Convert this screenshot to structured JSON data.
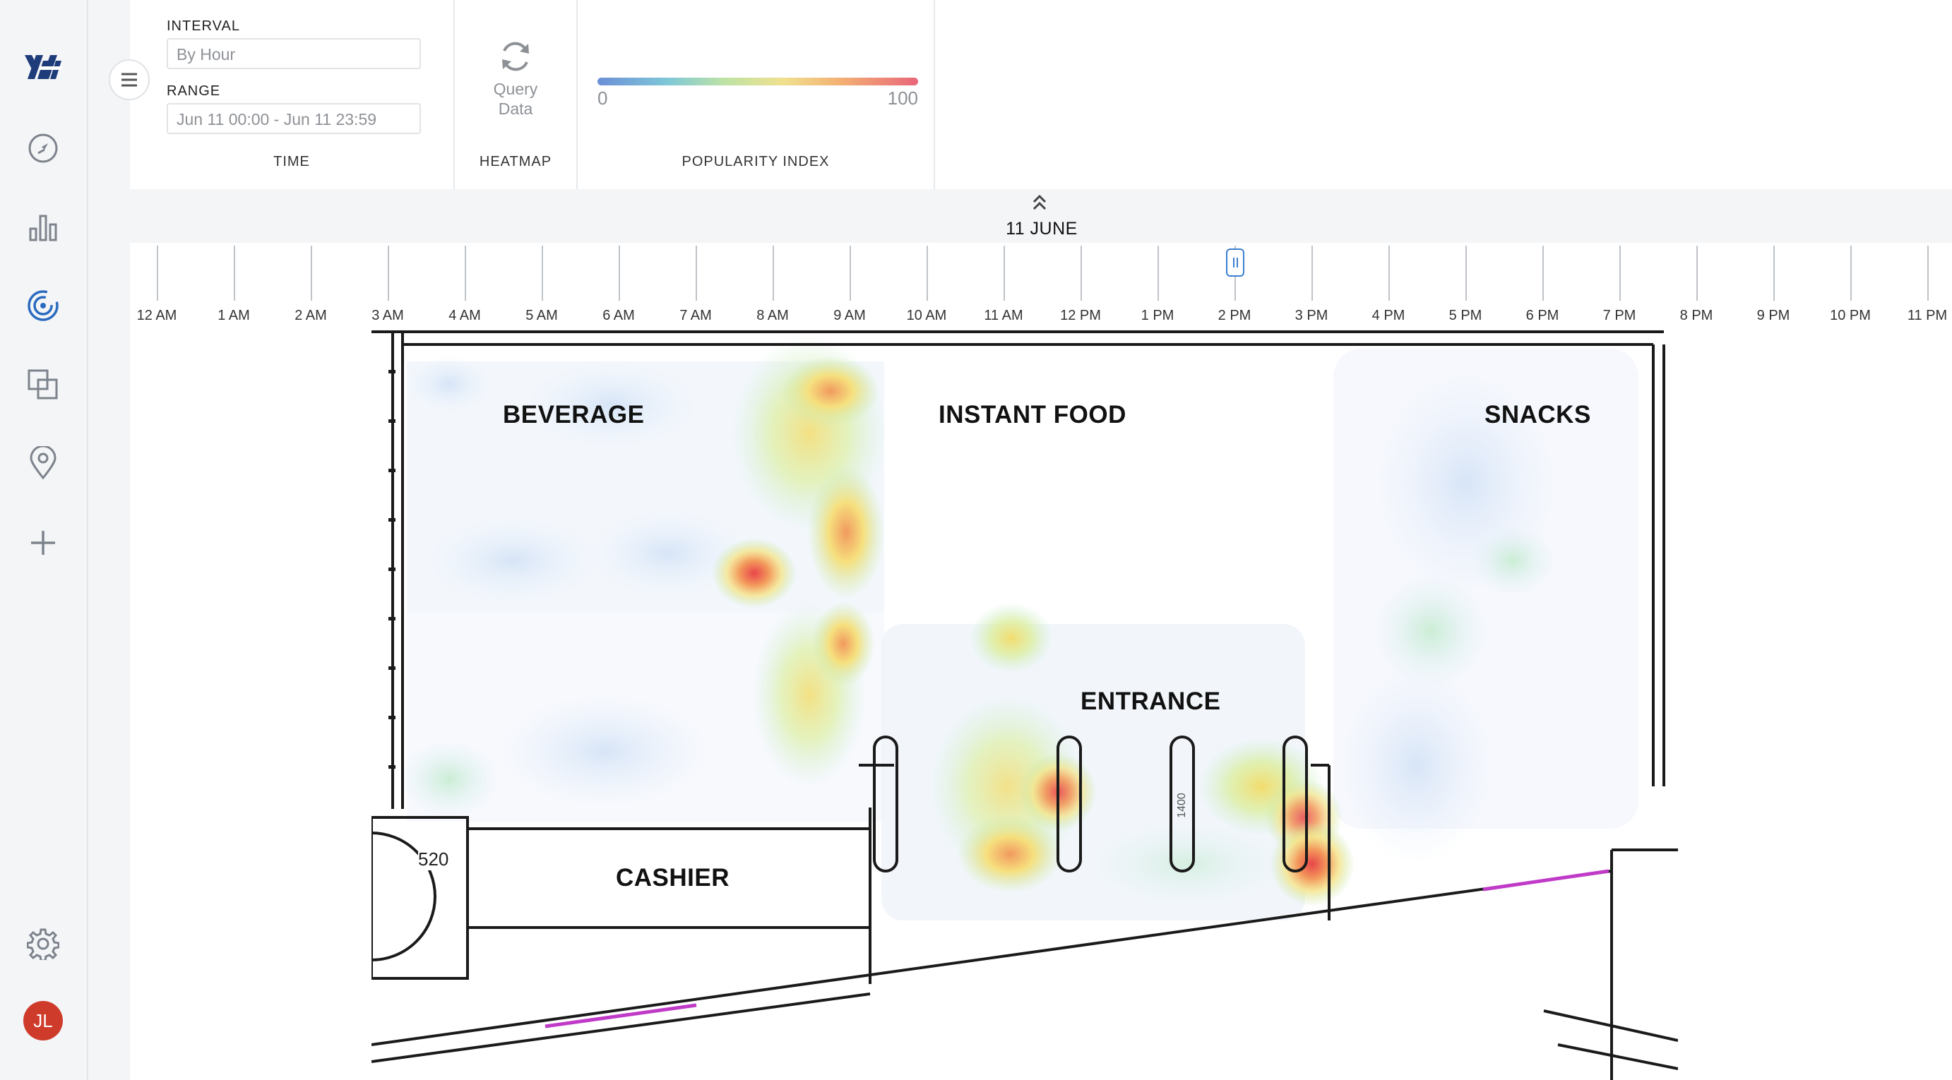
{
  "nav": {
    "logo": "brand-logo",
    "items": [
      {
        "name": "dashboard-icon",
        "active": false
      },
      {
        "name": "analytics-icon",
        "active": false
      },
      {
        "name": "heatmap-icon",
        "active": true
      },
      {
        "name": "layers-icon",
        "active": false
      },
      {
        "name": "location-icon",
        "active": false
      },
      {
        "name": "add-icon",
        "active": false
      }
    ],
    "settings": "settings-icon",
    "avatar_initials": "JL",
    "accent_color": "#2a6bbf",
    "avatar_color": "#cf3b2b"
  },
  "controls": {
    "time": {
      "interval_label": "INTERVAL",
      "interval_value": "By Hour",
      "range_label": "RANGE",
      "range_value": "Jun 11 00:00 - Jun 11 23:59",
      "section_label": "TIME"
    },
    "heatmap": {
      "query_label_line1": "Query",
      "query_label_line2": "Data",
      "section_label": "HEATMAP"
    },
    "popularity": {
      "min": "0",
      "max": "100",
      "section_label": "POPULARITY INDEX"
    }
  },
  "timeline": {
    "date": "11 JUNE",
    "hours": [
      "12 AM",
      "1 AM",
      "2 AM",
      "3 AM",
      "4 AM",
      "5 AM",
      "6 AM",
      "7 AM",
      "8 AM",
      "9 AM",
      "10 AM",
      "11 AM",
      "12 PM",
      "1 PM",
      "2 PM",
      "3 PM",
      "4 PM",
      "5 PM",
      "6 PM",
      "7 PM",
      "8 PM",
      "9 PM",
      "10 PM",
      "11 PM"
    ],
    "selected_hour": "2 PM"
  },
  "map": {
    "zones": {
      "beverage": "BEVERAGE",
      "instant_food": "INSTANT FOOD",
      "snacks": "SNACKS",
      "entrance": "ENTRANCE",
      "cashier": "CASHIER"
    },
    "dimension_label": "520",
    "dimension_label_2": "1400"
  }
}
